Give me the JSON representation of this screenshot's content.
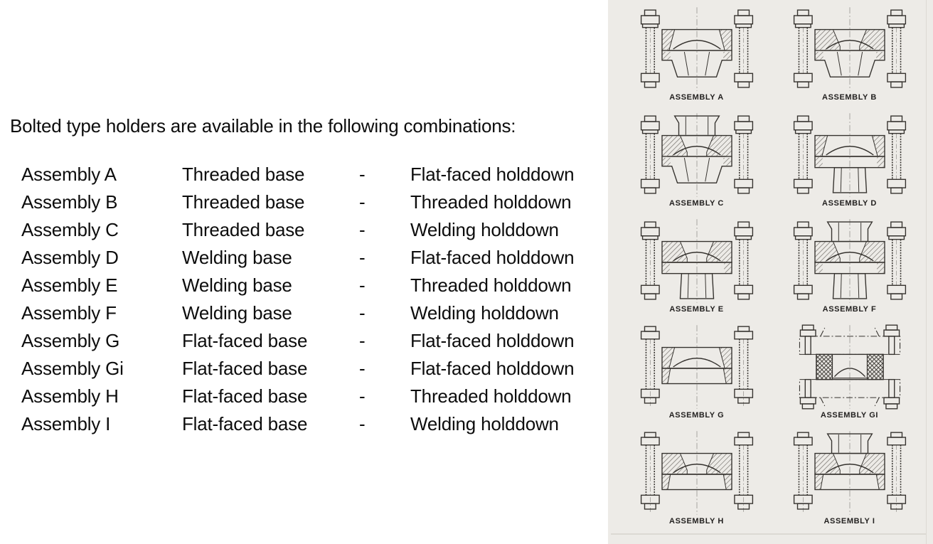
{
  "intro": {
    "heading": "Bolted type holders are available in the following combinations:"
  },
  "assembly_table": {
    "rows": [
      {
        "name": "Assembly A",
        "base": "Threaded base",
        "separator": "-",
        "holddown": "Flat-faced holddown"
      },
      {
        "name": "Assembly B",
        "base": "Threaded base",
        "separator": "-",
        "holddown": "Threaded holddown"
      },
      {
        "name": "Assembly C",
        "base": "Threaded base",
        "separator": "-",
        "holddown": "Welding holddown"
      },
      {
        "name": "Assembly D",
        "base": "Welding base",
        "separator": "-",
        "holddown": "Flat-faced holddown"
      },
      {
        "name": "Assembly E",
        "base": "Welding base",
        "separator": "-",
        "holddown": "Threaded holddown"
      },
      {
        "name": "Assembly F",
        "base": "Welding base",
        "separator": "-",
        "holddown": "Welding holddown"
      },
      {
        "name": "Assembly G",
        "base": "Flat-faced base",
        "separator": "-",
        "holddown": "Flat-faced holddown"
      },
      {
        "name": "Assembly Gi",
        "base": "Flat-faced base",
        "separator": "-",
        "holddown": "Flat-faced holddown"
      },
      {
        "name": "Assembly H",
        "base": "Flat-faced base",
        "separator": "-",
        "holddown": "Threaded holddown"
      },
      {
        "name": "Assembly I",
        "base": "Flat-faced base",
        "separator": "-",
        "holddown": "Welding holddown"
      }
    ]
  },
  "diagram_panel": {
    "background_color": "#edebe7",
    "line_color": "#35322e",
    "diagrams": [
      {
        "label": "ASSEMBLY A",
        "holddown": "flat",
        "base": "threaded",
        "bolts": "compact",
        "variant": "normal"
      },
      {
        "label": "ASSEMBLY B",
        "holddown": "threaded",
        "base": "threaded",
        "bolts": "compact",
        "variant": "normal"
      },
      {
        "label": "ASSEMBLY C",
        "holddown": "welding",
        "base": "threaded",
        "bolts": "compact",
        "variant": "normal"
      },
      {
        "label": "ASSEMBLY D",
        "holddown": "flat",
        "base": "welding",
        "bolts": "compact",
        "variant": "normal"
      },
      {
        "label": "ASSEMBLY E",
        "holddown": "threaded",
        "base": "welding",
        "bolts": "compact",
        "variant": "normal"
      },
      {
        "label": "ASSEMBLY F",
        "holddown": "welding",
        "base": "welding",
        "bolts": "compact",
        "variant": "normal"
      },
      {
        "label": "ASSEMBLY G",
        "holddown": "flat",
        "base": "flat",
        "bolts": "long",
        "variant": "normal"
      },
      {
        "label": "ASSEMBLY GI",
        "holddown": "flat",
        "base": "flat",
        "bolts": "long",
        "variant": "installed"
      },
      {
        "label": "ASSEMBLY H",
        "holddown": "threaded",
        "base": "flat",
        "bolts": "long",
        "variant": "normal"
      },
      {
        "label": "ASSEMBLY I",
        "holddown": "welding",
        "base": "flat",
        "bolts": "long",
        "variant": "normal"
      }
    ]
  }
}
